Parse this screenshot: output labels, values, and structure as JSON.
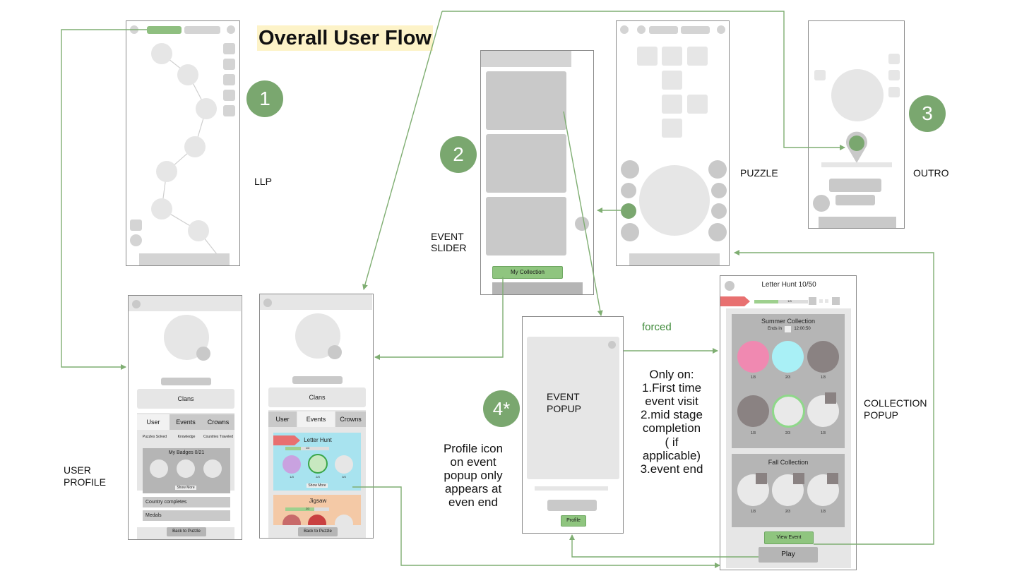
{
  "title": "Overall User Flow",
  "badges": {
    "b1": "1",
    "b2": "2",
    "b3": "3",
    "b4": "4*"
  },
  "labels": {
    "llp": "LLP",
    "puzzle": "PUZZLE",
    "outro": "OUTRO",
    "event_slider_1": "EVENT",
    "event_slider_2": "SLIDER",
    "user_profile_1": "USER",
    "user_profile_2": "PROFILE",
    "collection_popup_1": "COLLECTION",
    "collection_popup_2": "POPUP",
    "event_popup_1": "EVENT",
    "event_popup_2": "POPUP",
    "forced": "forced"
  },
  "notes": {
    "only_on": [
      "Only on:",
      "1.First time",
      "event visit",
      "2.mid stage",
      "completion",
      "( if",
      "applicable)",
      "3.event end"
    ],
    "profile_icon": [
      "Profile icon",
      "on event",
      "popup only",
      "appears at",
      "even end"
    ]
  },
  "event_slider": {
    "my_collection": "My Collection"
  },
  "profile_a": {
    "clans": "Clans",
    "tabs": [
      "User",
      "Events",
      "Crowns"
    ],
    "stats": [
      "Puzzles Solved",
      "Knowledge",
      "Countries Traveled"
    ],
    "badges_title": "My Badges 0/21",
    "show_more": "Show More",
    "row1": "Country completes",
    "row2": "Medals",
    "back": "Back to Puzzle"
  },
  "profile_b": {
    "clans": "Clans",
    "tabs": [
      "User",
      "Events",
      "Crowns"
    ],
    "card1_title": "Letter Hunt",
    "card1_progress": "1/3",
    "card1_labels": [
      "1/3",
      "2/3",
      "0/3"
    ],
    "show_more": "Show More",
    "card2_title": "Jigsaw",
    "card2_progress": "2/3",
    "back": "Back to Puzzle"
  },
  "event_popup": {
    "profile": "Profile"
  },
  "collection_popup": {
    "header": "Letter Hunt 10/50",
    "progress": "1/3",
    "summer_title": "Summer Collection",
    "ends_in": "Ends in",
    "timer": "12:00:50",
    "summer_row1": [
      "1/3",
      "2/3",
      "1/3"
    ],
    "summer_row2": [
      "1/3",
      "2/3",
      "1/3"
    ],
    "fall_title": "Fall Collection",
    "fall_row": [
      "1/3",
      "2/3",
      "1/3"
    ],
    "view_event": "View Event",
    "play": "Play"
  },
  "colors": {
    "accent": "#7aa76f",
    "arrow": "#7fae72",
    "highlight": "#fdf3c8",
    "red": "#e87070"
  }
}
